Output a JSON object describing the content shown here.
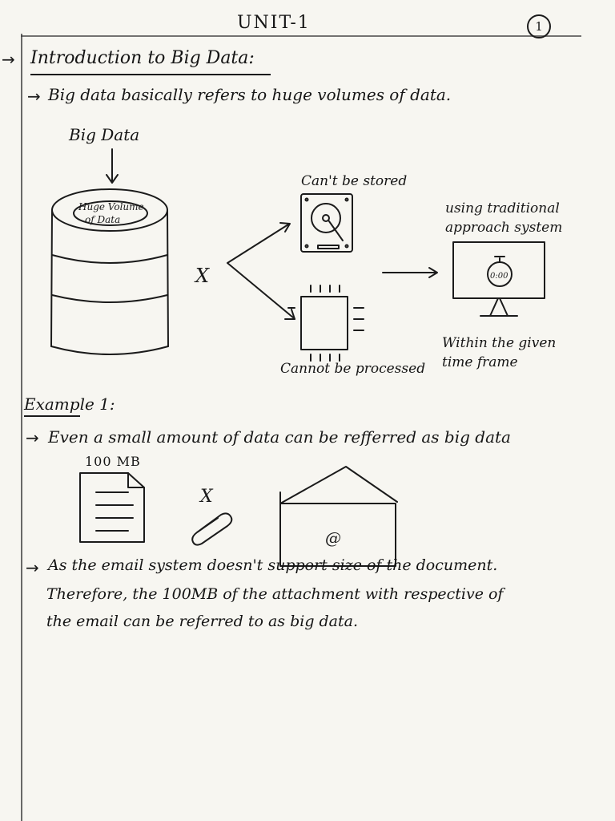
{
  "header": {
    "title": "UNIT-1",
    "page_number": "1"
  },
  "section": {
    "heading": "Introduction to Big Data:",
    "intro": "Big data basically refers to huge volumes of data."
  },
  "diagram": {
    "big_data_label": "Big Data",
    "cylinder_label_line1": "Huge Volume",
    "cylinder_label_line2": "of Data",
    "cross_mark": "X",
    "cant_be_stored": "Can't be stored",
    "cannot_be_processed": "Cannot be processed",
    "using_traditional": "using traditional approach system",
    "within_time": "Within the given time frame",
    "clock_time": "0:00"
  },
  "example": {
    "heading": "Example 1:",
    "statement": "Even a small amount of data can be refferred as big data",
    "file_size": "100 MB",
    "cross_mark": "X",
    "email_symbol": "@",
    "explanation_line1": "As the email system doesn't support size of the document.",
    "explanation_line2": "Therefore, the 100MB of the attachment with respective of",
    "explanation_line3": "the email can be referred to as big data."
  },
  "bullet_arrow": "→"
}
